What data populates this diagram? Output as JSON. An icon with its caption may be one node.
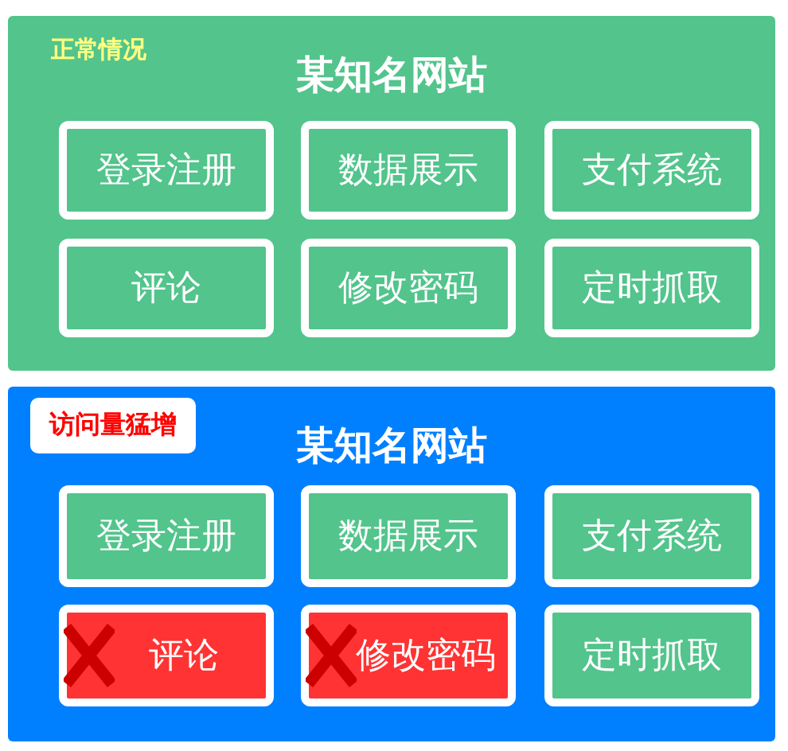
{
  "diagram": {
    "nodes": [
      {
        "text": [
          "正常情况",
          "某知名网站"
        ]
      },
      {
        "text": [
          "登录注册"
        ],
        "in": 0
      },
      {
        "text": [
          "数据展示"
        ],
        "in": 0
      },
      {
        "text": [
          "支付系统"
        ],
        "in": 0
      },
      {
        "text": [
          "评论"
        ],
        "in": 0
      },
      {
        "text": [
          "修改密码"
        ],
        "in": 0
      },
      {
        "text": [
          "定时抓取"
        ],
        "in": 0
      },
      {
        "text": [
          "某知名网站"
        ]
      },
      {
        "text": [
          "访问量猛增"
        ],
        "in": 7
      },
      {
        "text": [
          "登录注册"
        ],
        "in": 7
      },
      {
        "text": [
          "数据展示"
        ],
        "in": 7
      },
      {
        "text": [
          "支付系统"
        ],
        "in": 7
      },
      {
        "text": [
          "评论"
        ],
        "in": 7
      },
      {
        "text": [
          "修改密码"
        ],
        "in": 7
      },
      {
        "text": [
          "定时抓取"
        ],
        "in": 7
      }
    ]
  }
}
